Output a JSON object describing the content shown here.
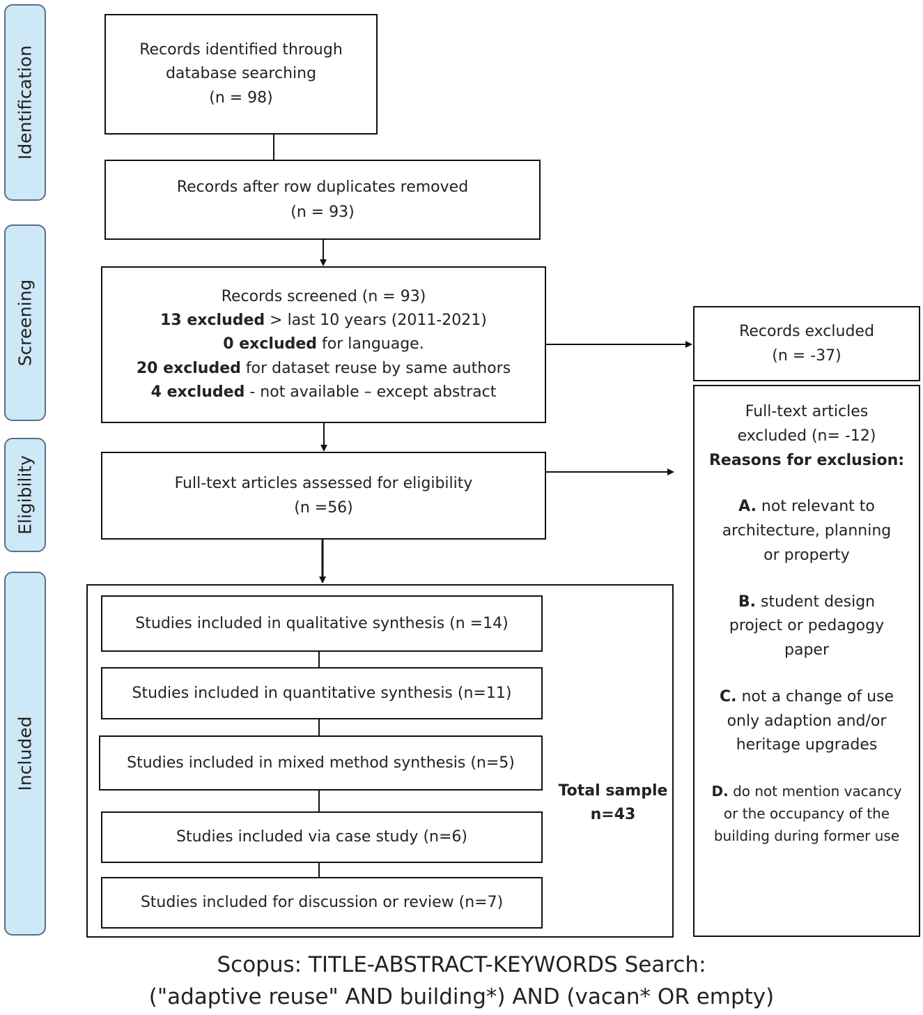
{
  "stages": {
    "identification": "Identification",
    "screening": "Screening",
    "eligibility": "Eligibility",
    "included": "Included"
  },
  "identified": {
    "line1": "Records identified through",
    "line2": "database searching",
    "line3": "(n = 98)"
  },
  "duplicates": {
    "line1": "Records after row duplicates removed",
    "line2": "(n = 93)"
  },
  "screened": {
    "line1": "Records screened (n = 93)",
    "l2_bold": "13 excluded",
    "l2_rest": " > last 10 years (2011-2021)",
    "l3_bold": "0 excluded",
    "l3_rest": " for language.",
    "l4_bold": "20 excluded",
    "l4_rest": " for dataset reuse by same authors",
    "l5_bold": "4 excluded",
    "l5_rest": " - not available – except abstract"
  },
  "records_excluded": {
    "line1": "Records excluded",
    "line2": "(n = -37)"
  },
  "eligibility": {
    "line1": "Full-text articles assessed for eligibility",
    "line2": "(n =56)"
  },
  "fulltext_excluded": {
    "line1": "Full-text articles",
    "line2": "excluded (n= -12)",
    "heading": "Reasons for exclusion:",
    "a_label": "A.",
    "a_l1": " not relevant to",
    "a_l2": "architecture, planning",
    "a_l3": "or property",
    "b_label": "B.",
    "b_l1": " student design",
    "b_l2": "project or pedagogy",
    "b_l3": "paper",
    "c_label": "C.",
    "c_l1": " not a change of use",
    "c_l2": "only adaption and/or",
    "c_l3": "heritage upgrades",
    "d_label": "D.",
    "d_l1": " do not mention vacancy",
    "d_l2": "or the occupancy of the",
    "d_l3": "building during former use"
  },
  "included": {
    "qualitative": "Studies included in qualitative synthesis (n =14)",
    "quantitative": "Studies included in quantitative synthesis (n=11)",
    "mixed": "Studies included in mixed method synthesis (n=5)",
    "case_study": "Studies included via case study (n=6)",
    "discussion": "Studies included for discussion or review (n=7)",
    "total_line1": "Total sample",
    "total_line2": "n=43"
  },
  "caption": {
    "line1": "Scopus: TITLE-ABSTRACT-KEYWORDS Search:",
    "line2": "(\"adaptive reuse\" AND building*) AND (vacan* OR empty)"
  }
}
